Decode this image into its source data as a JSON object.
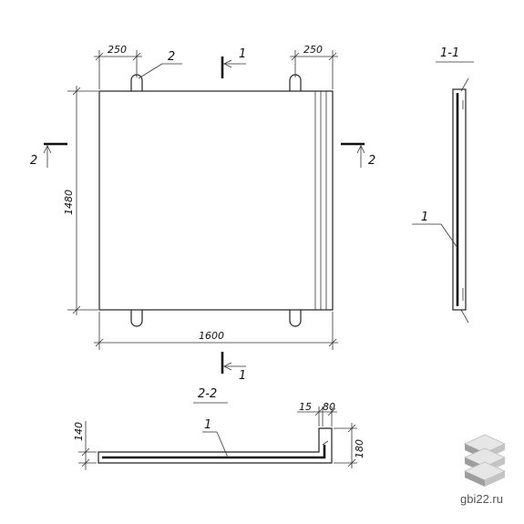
{
  "dimensions": {
    "left_offset": "250",
    "right_offset": "250",
    "height": "1480",
    "width": "1600",
    "thickness": "140",
    "depth": "180",
    "rib_a": "15",
    "rib_b": "80"
  },
  "labels": {
    "loop_mark": "2",
    "cut_top_num": "1",
    "cut_bottom_num": "1",
    "cut_left_num": "2",
    "cut_right_num": "2",
    "section_1_title": "1-1",
    "section_1_leader": "1",
    "section_2_title": "2-2",
    "section_2_leader": "1"
  },
  "watermark": {
    "text": "gbi22.ru",
    "logo": "stacked-slabs-logo"
  }
}
